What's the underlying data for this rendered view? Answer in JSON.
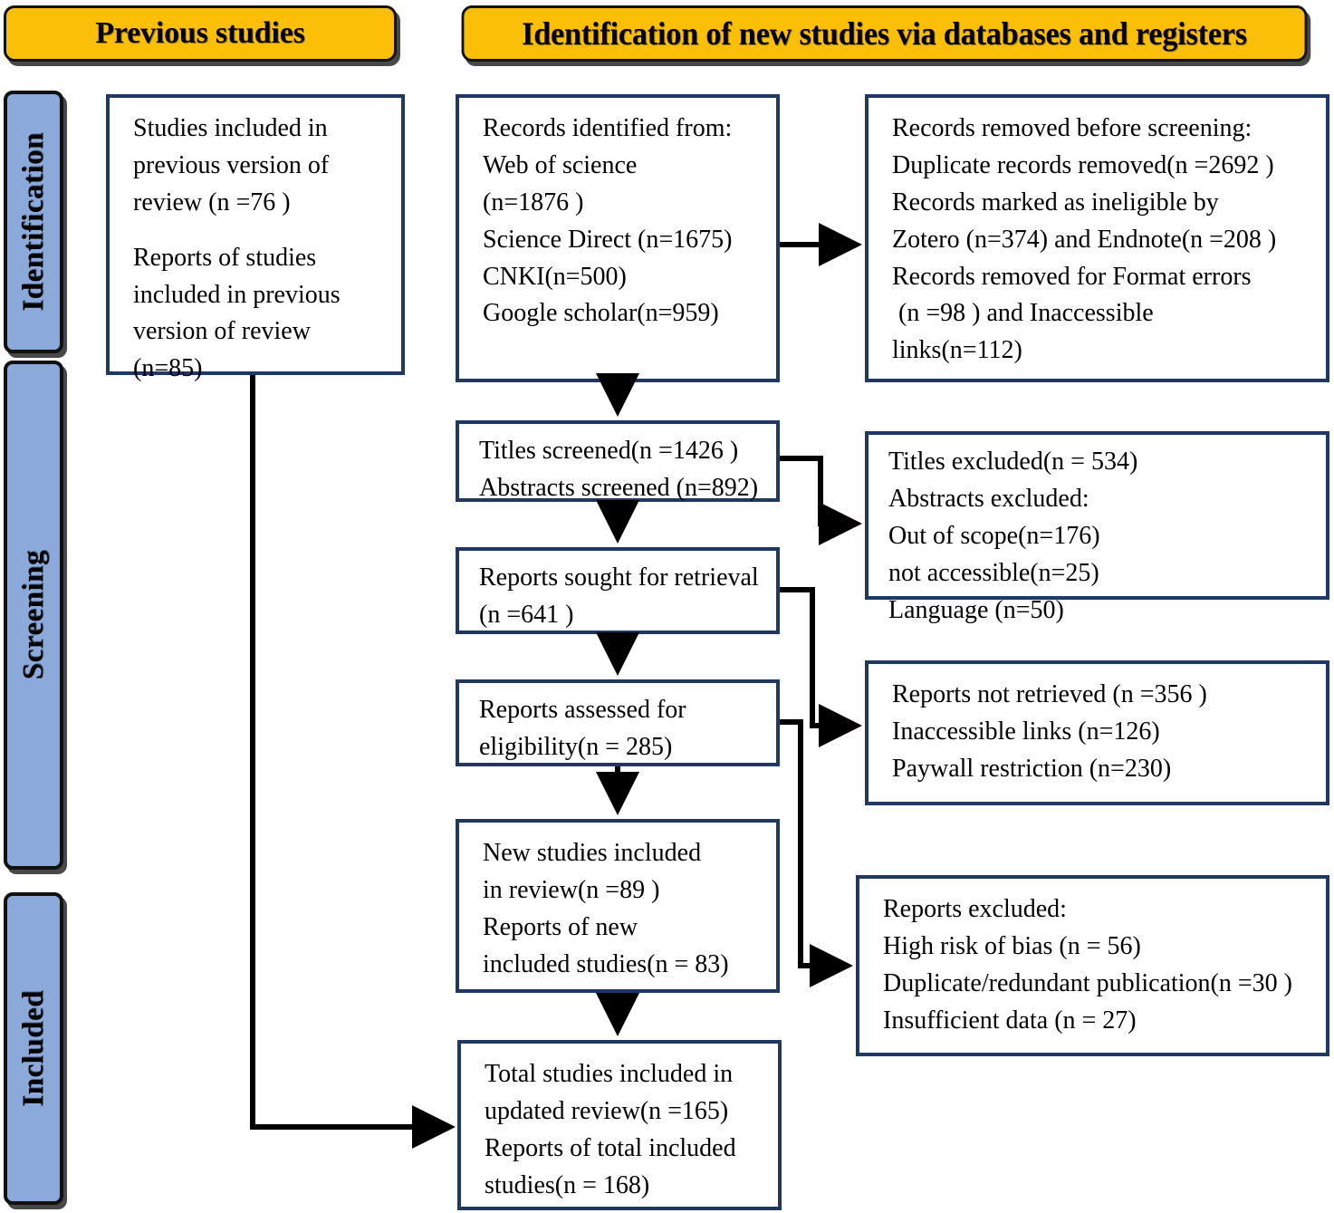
{
  "diagram": {
    "type": "prisma-flow-diagram",
    "banners": {
      "previous": "Previous studies",
      "new": "Identification of new studies via databases and registers"
    },
    "stages": {
      "identification": "Identification",
      "screening": "Screening",
      "included": "Included"
    },
    "accent_colors": {
      "banner_fill": "#FCBF08",
      "banner_border": "#111111",
      "stage_fill": "#8CA9DC",
      "box_border": "#1F3864",
      "box_fill": "#FFFFFF",
      "connector": "#000000"
    }
  },
  "boxes": {
    "previous_studies": {
      "line1": "Studies included in",
      "line2": "previous version of",
      "line3": "review (n =76 )",
      "line4": "Reports of studies",
      "line5": "included in previous",
      "line6": "version of review",
      "line7": "(n=85)"
    },
    "records_identified": {
      "line1": "Records identified from:",
      "line2": "Web of science",
      "line3": "(n=1876 )",
      "line4": "Science Direct (n=1675)",
      "line5": "CNKI(n=500)",
      "line6": "Google scholar(n=959)"
    },
    "records_removed": {
      "line1": "Records removed before screening:",
      "line2": "Duplicate records removed(n =2692 )",
      "line3": "Records marked as ineligible by",
      "line4": "Zotero (n=374) and Endnote(n =208 )",
      "line5": "Records removed for Format errors",
      "line6": " (n =98 ) and Inaccessible",
      "line7": "links(n=112)"
    },
    "titles_screened": {
      "line1": "Titles screened(n =1426 )",
      "line2": "Abstracts screened (n=892)"
    },
    "titles_excluded": {
      "line1": "Titles excluded(n = 534)",
      "line2": "Abstracts excluded:",
      "line3": "Out of scope(n=176)",
      "line4": "not accessible(n=25)",
      "line5": "Language (n=50)"
    },
    "reports_sought": {
      "line1": "Reports sought for retrieval",
      "line2": "(n =641 )"
    },
    "reports_not_retrieved": {
      "line1": "Reports not retrieved (n =356 )",
      "line2": "Inaccessible links (n=126)",
      "line3": "Paywall restriction (n=230)"
    },
    "reports_assessed": {
      "line1": "Reports assessed for",
      "line2": "eligibility(n = 285)"
    },
    "new_studies_included": {
      "line1": "New studies included",
      "line2": "in review(n =89 )",
      "line3": "Reports of new",
      "line4": "included studies(n = 83)"
    },
    "reports_excluded": {
      "line1": "Reports excluded:",
      "line2": "High risk of bias (n = 56)",
      "line3": "Duplicate/redundant publication(n =30 )",
      "line4": "Insufficient data (n = 27)"
    },
    "total_included": {
      "line1": "Total studies included in",
      "line2": "updated review(n =165)",
      "line3": "Reports of total included",
      "line4": "studies(n = 168)"
    }
  },
  "chart_data": {
    "type": "table",
    "title": "PRISMA 2020 flow diagram for updated systematic reviews",
    "nodes": [
      {
        "id": "previous_studies",
        "stage": "Identification",
        "column": "previous",
        "counts": {
          "studies_included_previous_review": 76,
          "reports_of_studies_previous_review": 85
        }
      },
      {
        "id": "records_identified",
        "stage": "Identification",
        "column": "new",
        "counts": {
          "web_of_science": 1876,
          "science_direct": 1675,
          "cnki": 500,
          "google_scholar": 959
        }
      },
      {
        "id": "records_removed",
        "stage": "Identification",
        "column": "exclusion",
        "counts": {
          "duplicate_records_removed": 2692,
          "ineligible_zotero": 374,
          "ineligible_endnote": 208,
          "format_errors": 98,
          "inaccessible_links": 112
        }
      },
      {
        "id": "titles_screened",
        "stage": "Screening",
        "column": "new",
        "counts": {
          "titles_screened": 1426,
          "abstracts_screened": 892
        }
      },
      {
        "id": "titles_excluded",
        "stage": "Screening",
        "column": "exclusion",
        "counts": {
          "titles_excluded": 534,
          "out_of_scope": 176,
          "not_accessible": 25,
          "language": 50
        }
      },
      {
        "id": "reports_sought",
        "stage": "Screening",
        "column": "new",
        "counts": {
          "reports_sought_for_retrieval": 641
        }
      },
      {
        "id": "reports_not_retrieved",
        "stage": "Screening",
        "column": "exclusion",
        "counts": {
          "reports_not_retrieved": 356,
          "inaccessible_links": 126,
          "paywall_restriction": 230
        }
      },
      {
        "id": "reports_assessed",
        "stage": "Screening",
        "column": "new",
        "counts": {
          "reports_assessed_for_eligibility": 285
        }
      },
      {
        "id": "new_studies_included",
        "stage": "Included",
        "column": "new",
        "counts": {
          "new_studies_included_in_review": 89,
          "reports_of_new_included_studies": 83
        }
      },
      {
        "id": "reports_excluded",
        "stage": "Included",
        "column": "exclusion",
        "counts": {
          "high_risk_of_bias": 56,
          "duplicate_redundant_publication": 30,
          "insufficient_data": 27
        }
      },
      {
        "id": "total_included",
        "stage": "Included",
        "column": "new",
        "counts": {
          "total_studies_included_updated_review": 165,
          "reports_of_total_included_studies": 168
        }
      }
    ],
    "edges": [
      {
        "from": "records_identified",
        "to": "records_removed"
      },
      {
        "from": "records_identified",
        "to": "titles_screened"
      },
      {
        "from": "titles_screened",
        "to": "titles_excluded"
      },
      {
        "from": "titles_screened",
        "to": "reports_sought"
      },
      {
        "from": "reports_sought",
        "to": "reports_not_retrieved"
      },
      {
        "from": "reports_sought",
        "to": "reports_assessed"
      },
      {
        "from": "reports_assessed",
        "to": "reports_excluded"
      },
      {
        "from": "reports_assessed",
        "to": "new_studies_included"
      },
      {
        "from": "new_studies_included",
        "to": "total_included"
      },
      {
        "from": "previous_studies",
        "to": "total_included"
      }
    ]
  }
}
